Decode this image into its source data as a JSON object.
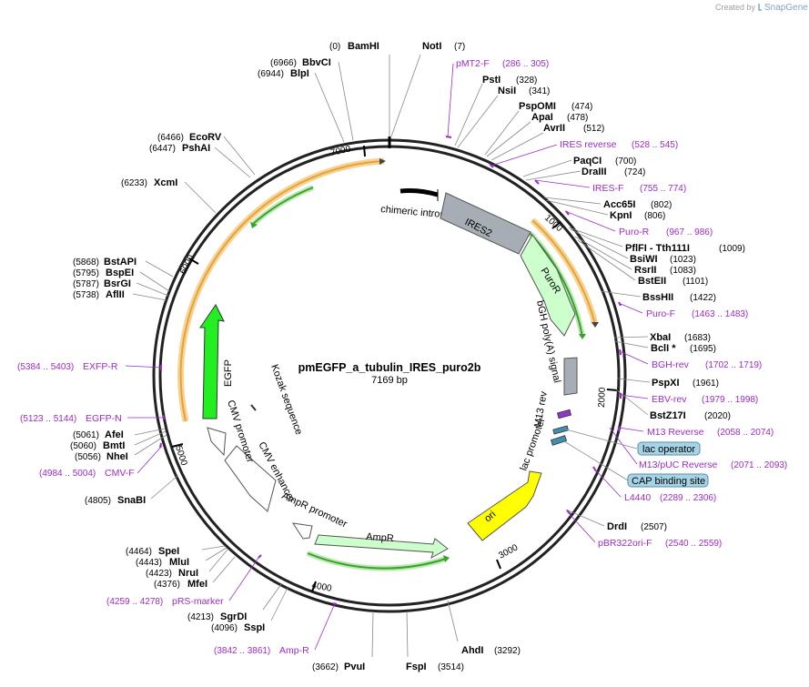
{
  "credit": {
    "prefix": "Created by",
    "brand": "SnapGene"
  },
  "plasmid": {
    "name": "pmEGFP_a_tubulin_IRES_puro2b",
    "length_label": "7169 bp",
    "length": 7169
  },
  "ticks": [
    {
      "pos": 1000,
      "label": "1000"
    },
    {
      "pos": 2000,
      "label": "2000"
    },
    {
      "pos": 3000,
      "label": "3000"
    },
    {
      "pos": 4000,
      "label": "4000"
    },
    {
      "pos": 5000,
      "label": "5000"
    },
    {
      "pos": 6000,
      "label": "6000"
    },
    {
      "pos": 7000,
      "label": "7000"
    }
  ],
  "sites": [
    {
      "name": "BamHI",
      "pos": "(0)",
      "side": "right-name"
    },
    {
      "name": "NotI",
      "pos": "(7)",
      "side": "left"
    },
    {
      "name": "PstI",
      "pos": "(328)",
      "side": "left"
    },
    {
      "name": "NsiI",
      "pos": "(341)",
      "side": "left"
    },
    {
      "name": "PspOMI",
      "pos": "(474)",
      "side": "left"
    },
    {
      "name": "ApaI",
      "pos": "(478)",
      "side": "left"
    },
    {
      "name": "AvrII",
      "pos": "(512)",
      "side": "left"
    },
    {
      "name": "PaqCI",
      "pos": "(700)",
      "side": "left"
    },
    {
      "name": "DraIII",
      "pos": "(724)",
      "side": "left"
    },
    {
      "name": "Acc65I",
      "pos": "(802)",
      "side": "left"
    },
    {
      "name": "KpnI",
      "pos": "(806)",
      "side": "left"
    },
    {
      "name": "PflFI  - Tth111I",
      "pos": "(1009)",
      "side": "left"
    },
    {
      "name": "BsiWI",
      "pos": "(1023)",
      "side": "left"
    },
    {
      "name": "RsrII",
      "pos": "(1083)",
      "side": "left"
    },
    {
      "name": "BstEII",
      "pos": "(1101)",
      "side": "left"
    },
    {
      "name": "BssHII",
      "pos": "(1422)",
      "side": "left"
    },
    {
      "name": "XbaI",
      "pos": "(1683)",
      "side": "left"
    },
    {
      "name": "BclI *",
      "pos": "(1695)",
      "side": "left"
    },
    {
      "name": "PspXI",
      "pos": "(1961)",
      "side": "left"
    },
    {
      "name": "BstZ17I",
      "pos": "(2020)",
      "side": "left"
    },
    {
      "name": "DrdI",
      "pos": "(2507)",
      "side": "left"
    },
    {
      "name": "AhdI",
      "pos": "(3292)",
      "side": "left"
    },
    {
      "name": "FspI",
      "pos": "(3514)",
      "side": "left"
    },
    {
      "name": "PvuI",
      "pos": "(3662)",
      "side": "right"
    },
    {
      "name": "SspI",
      "pos": "(4096)",
      "side": "right"
    },
    {
      "name": "SgrDI",
      "pos": "(4213)",
      "side": "right"
    },
    {
      "name": "MfeI",
      "pos": "(4376)",
      "side": "right"
    },
    {
      "name": "NruI",
      "pos": "(4423)",
      "side": "right"
    },
    {
      "name": "MluI",
      "pos": "(4443)",
      "side": "right"
    },
    {
      "name": "SpeI",
      "pos": "(4464)",
      "side": "right"
    },
    {
      "name": "SnaBI",
      "pos": "(4805)",
      "side": "right"
    },
    {
      "name": "NheI",
      "pos": "(5056)",
      "side": "right"
    },
    {
      "name": "BmtI",
      "pos": "(5060)",
      "side": "right"
    },
    {
      "name": "AfeI",
      "pos": "(5061)",
      "side": "right"
    },
    {
      "name": "AflII",
      "pos": "(5738)",
      "side": "right"
    },
    {
      "name": "BsrGI",
      "pos": "(5787)",
      "side": "right"
    },
    {
      "name": "BspEI",
      "pos": "(5795)",
      "side": "right"
    },
    {
      "name": "BstAPI",
      "pos": "(5868)",
      "side": "right"
    },
    {
      "name": "XcmI",
      "pos": "(6233)",
      "side": "right"
    },
    {
      "name": "PshAI",
      "pos": "(6447)",
      "side": "right"
    },
    {
      "name": "EcoRV",
      "pos": "(6466)",
      "side": "right"
    },
    {
      "name": "BlpI",
      "pos": "(6944)",
      "side": "right"
    },
    {
      "name": "BbvCI",
      "pos": "(6966)",
      "side": "right"
    }
  ],
  "primers": [
    {
      "name": "pMT2-F",
      "range": "(286 .. 305)"
    },
    {
      "name": "IRES reverse",
      "range": "(528 .. 545)"
    },
    {
      "name": "IRES-F",
      "range": "(755 .. 774)"
    },
    {
      "name": "Puro-R",
      "range": "(967 .. 986)"
    },
    {
      "name": "Puro-F",
      "range": "(1463 .. 1483)"
    },
    {
      "name": "BGH-rev",
      "range": "(1702 .. 1719)"
    },
    {
      "name": "EBV-rev",
      "range": "(1979 .. 1998)"
    },
    {
      "name": "M13 Reverse",
      "range": "(2058 .. 2074)"
    },
    {
      "name": "M13/pUC Reverse",
      "range": "(2071 .. 2093)"
    },
    {
      "name": "L4440",
      "range": "(2289 .. 2306)"
    },
    {
      "name": "pBR322ori-F",
      "range": "(2540 .. 2559)"
    },
    {
      "name": "Amp-R",
      "range": "(3842 .. 3861)"
    },
    {
      "name": "pRS-marker",
      "range": "(4259 .. 4278)"
    },
    {
      "name": "CMV-F",
      "range": "(4984 .. 5004)"
    },
    {
      "name": "EGFP-N",
      "range": "(5123 .. 5144)"
    },
    {
      "name": "EXFP-R",
      "range": "(5384 .. 5403)"
    }
  ],
  "boxes": [
    {
      "label": "lac operator"
    },
    {
      "label": "CAP binding site"
    }
  ],
  "features": {
    "chimeric_intron": "chimeric intron",
    "ires2": "IRES2",
    "puror": "PuroR",
    "bgh": "bGH poly(A) signal",
    "m13rev": "M13 rev",
    "lacprom": "lac promoter",
    "ori": "ori",
    "ampr": "AmpR",
    "ampr_prom": "AmpR promoter",
    "cmv_enh": "CMV enhancer",
    "cmv_prom": "CMV promoter",
    "kozak": "Kozak sequence",
    "egfp": "EGFP"
  },
  "colors": {
    "primer": "#9a2cc9",
    "egfp": "#22ee22",
    "ori": "#ffff00",
    "puror": "#ccffcc",
    "ampr": "#ccffcc",
    "ires": "#a7adb4",
    "orf_orange": "#f5a623",
    "orf_green": "#3ca02c",
    "box": "#a6d4e6"
  }
}
